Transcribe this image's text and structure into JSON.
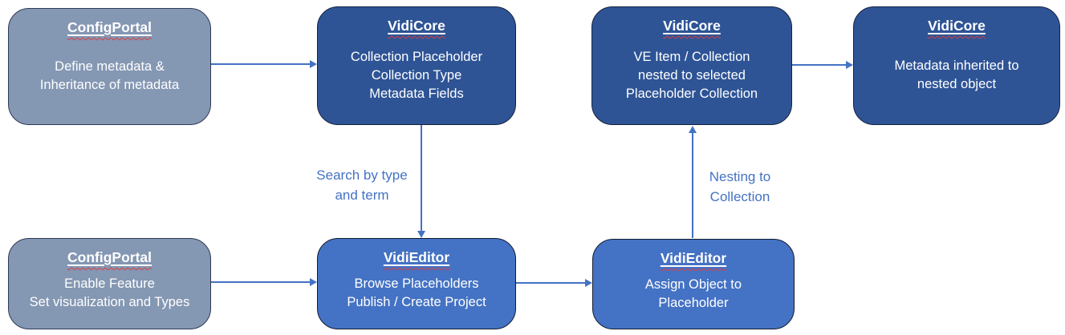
{
  "diagram": {
    "nodes": [
      {
        "id": "configportal-define",
        "variant": "slate",
        "title": "ConfigPortal",
        "body": "Define metadata &\nInheritance of metadata"
      },
      {
        "id": "vidicore-collection",
        "variant": "dark",
        "title": "VidiCore",
        "body": "Collection Placeholder\nCollection Type\nMetadata Fields"
      },
      {
        "id": "vidicore-ve-item",
        "variant": "dark",
        "title": "VidiCore",
        "body": "VE Item / Collection\nnested to selected\nPlaceholder Collection"
      },
      {
        "id": "vidicore-inherited",
        "variant": "dark",
        "title": "VidiCore",
        "body": "Metadata inherited to\nnested object"
      },
      {
        "id": "configportal-feature",
        "variant": "slate",
        "title": "ConfigPortal",
        "body": "Enable Feature\nSet visualization and Types"
      },
      {
        "id": "vidieditor-browse",
        "variant": "blue",
        "title": "VidiEditor",
        "body": "Browse Placeholders\nPublish / Create Project"
      },
      {
        "id": "vidieditor-assign",
        "variant": "blue",
        "title": "VidiEditor",
        "body": "Assign Object to\nPlaceholder"
      }
    ],
    "edge_labels": [
      {
        "id": "search-label",
        "text": "Search by type\nand term"
      },
      {
        "id": "nesting-label",
        "text": "Nesting to\nCollection"
      }
    ],
    "colors": {
      "slate_fill": "#8497B3",
      "slate_border": "#2F3B55",
      "dark_fill": "#2E5496",
      "dark_border": "#15233E",
      "blue_fill": "#4472C4",
      "blue_border": "#131C33",
      "arrow": "#4472C4",
      "label_text": "#4472C4",
      "box_text": "#FFFFFF",
      "squiggle": "#DB3E3E"
    }
  }
}
